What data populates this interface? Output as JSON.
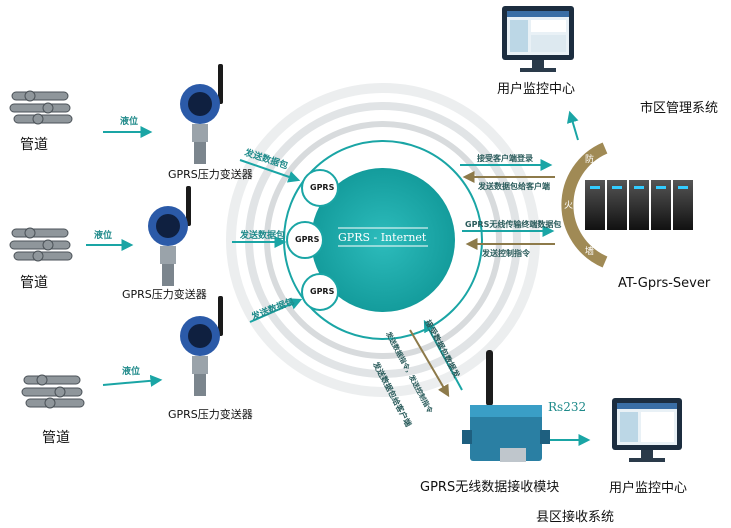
{
  "left": {
    "pipe_label": "管道",
    "liquid_label": "液位",
    "transmitter_label": "GPRS压力变送器",
    "send_packet_label": "发送数据包"
  },
  "center": {
    "node_label": "GPRS",
    "network_label": "GPRS - Internet"
  },
  "right": {
    "monitor_top_label": "用户监控中心",
    "city_system_label": "市区管理系统",
    "server_label": "AT-Gprs-Sever",
    "firewall_chars": [
      "防",
      "火",
      "墙"
    ],
    "arrow_labels": [
      "接受客户端登录",
      "发送数据包给客户端",
      "GPRS无线传输终端数据包",
      "发送控制指令"
    ]
  },
  "bottom": {
    "module_label": "GPRS无线数据接收模块",
    "rs232_label": "Rs232",
    "monitor_bottom_label": "用户监控中心",
    "county_system_label": "县区接收系统",
    "vertical_label_a": "发送数据包给客户端",
    "vertical_label_b": "发送数据指令，发送控制指令",
    "vertical_label_c": "接受数据包数据发"
  },
  "colors": {
    "teal": "#1aa5a5",
    "ring": "#d5d8da",
    "arc": "#a08a55",
    "text_dark": "#111111"
  }
}
